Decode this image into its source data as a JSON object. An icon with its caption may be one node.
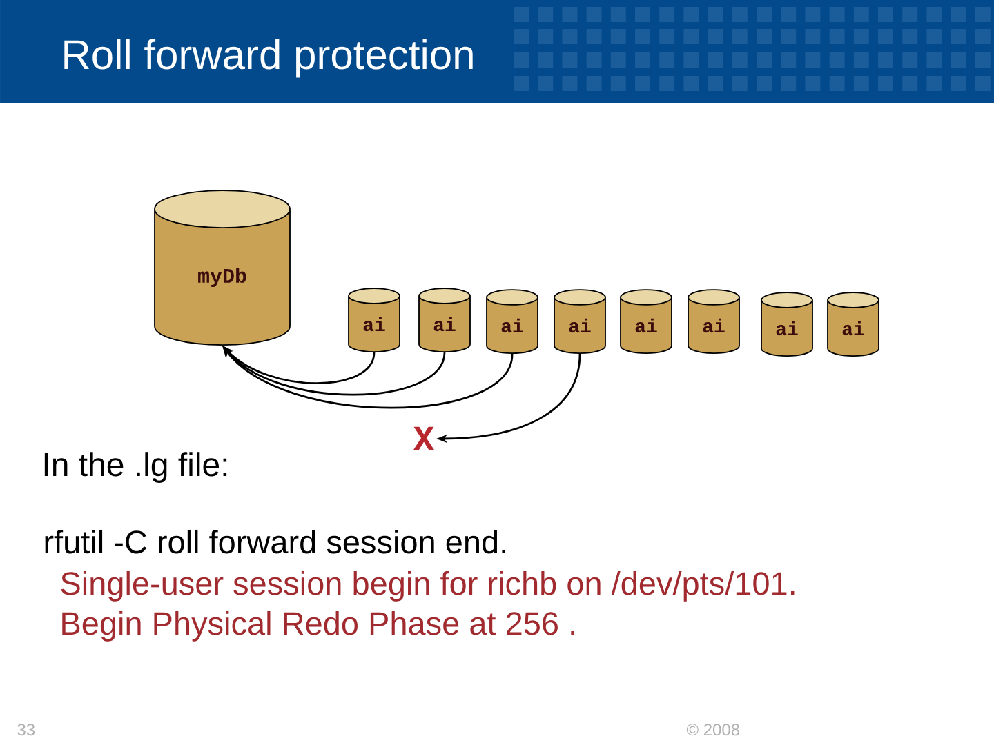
{
  "diagram": {
    "title": "Roll forward protection",
    "nodes": [
      {
        "text": [
          "myDb"
        ]
      },
      {
        "text": [
          "ai"
        ]
      },
      {
        "text": [
          "ai"
        ]
      },
      {
        "text": [
          "ai"
        ]
      },
      {
        "text": [
          "ai"
        ]
      },
      {
        "text": [
          "ai"
        ]
      },
      {
        "text": [
          "ai"
        ]
      },
      {
        "text": [
          "ai"
        ]
      },
      {
        "text": [
          "ai"
        ]
      },
      {
        "text": [
          "X"
        ]
      }
    ],
    "edges": [
      {
        "from": 1,
        "to": 0,
        "arrow": "to"
      },
      {
        "from": 2,
        "to": 0,
        "arrow": "to"
      },
      {
        "from": 3,
        "to": 0,
        "arrow": "to"
      },
      {
        "from": 4,
        "to": 9,
        "arrow": "to"
      }
    ],
    "labels": [
      "In the .lg file:",
      "rfutil -C roll forward session end.",
      "Single-user session begin for richb on /dev/pts/101.",
      "Begin Physical Redo Phase at 256 .",
      "33",
      "© 2008"
    ]
  }
}
